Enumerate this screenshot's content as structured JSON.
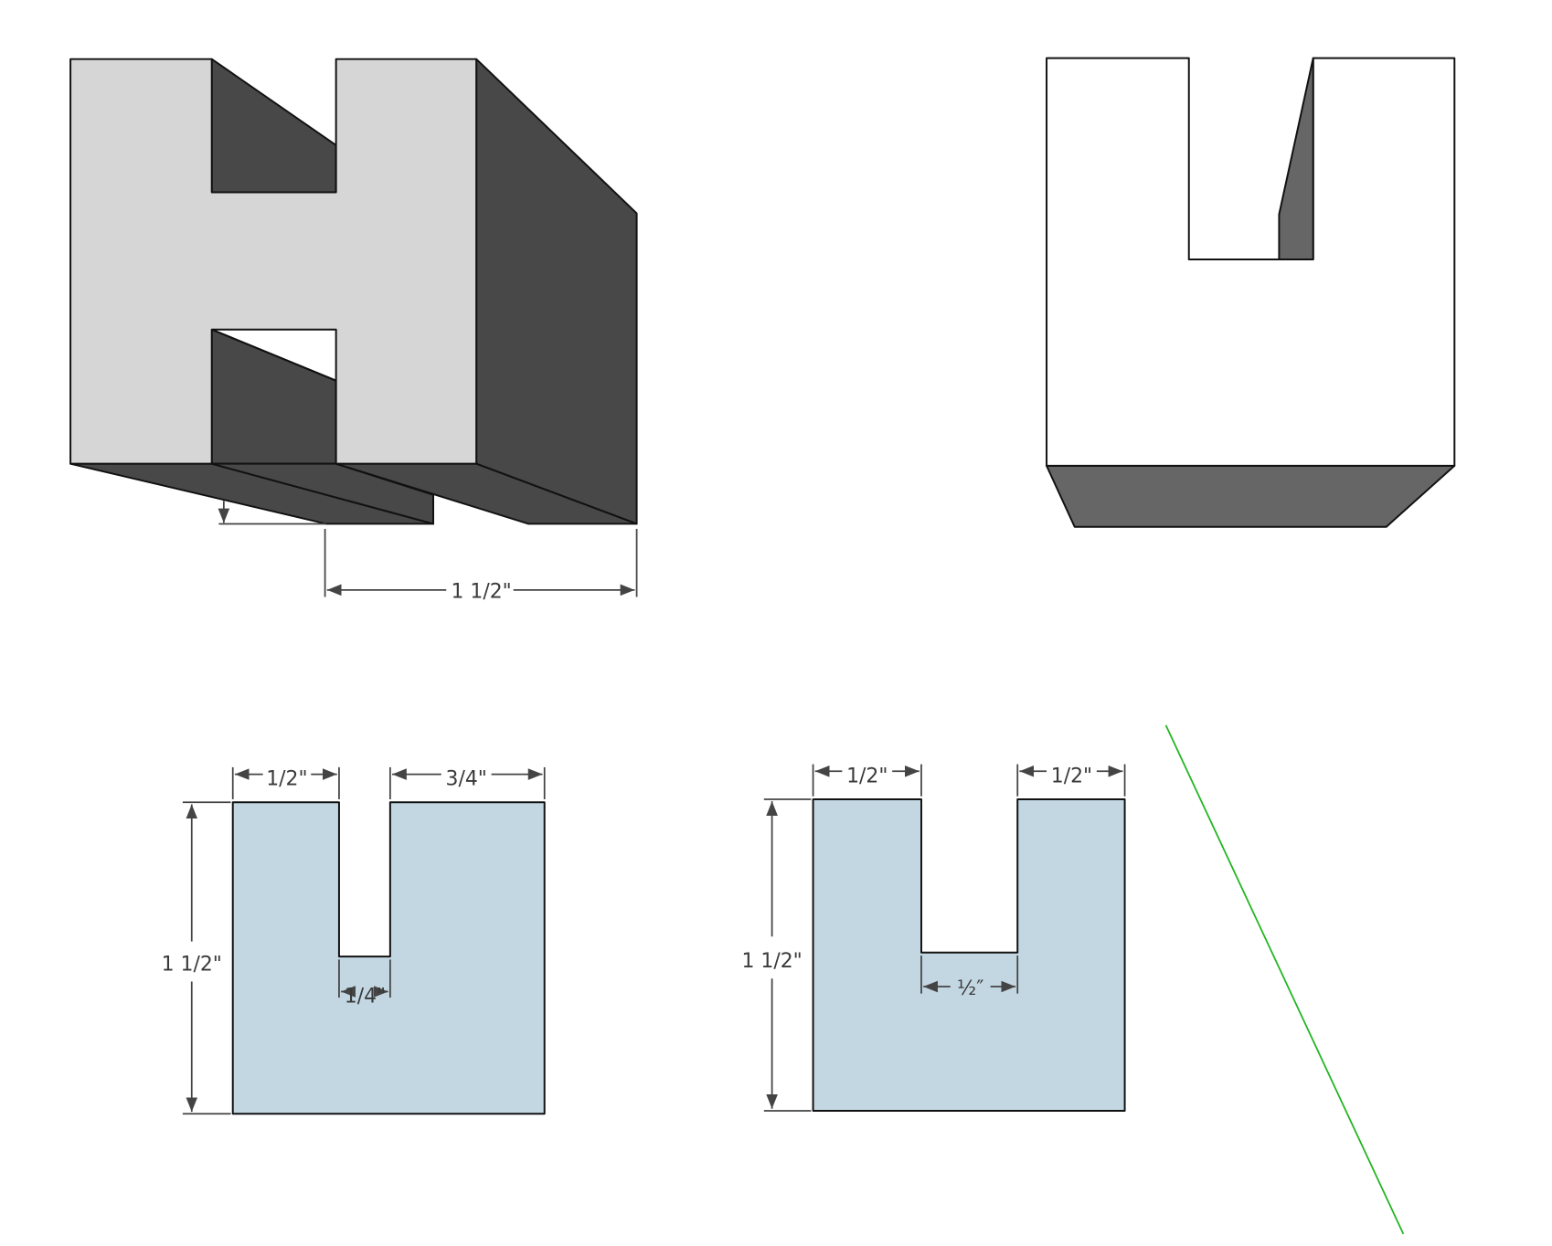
{
  "colors": {
    "light_face": "#d6d6d6",
    "dark_face": "#484848",
    "mid_face": "#666666",
    "profile_fill": "#c3d7e2",
    "guide_line": "#1fb51f"
  },
  "iso_view": {
    "dim_width": "1 1/2\""
  },
  "profile_a": {
    "dim_left": "1/2\"",
    "dim_right": "3/4\"",
    "dim_slot": "1/4\"",
    "dim_height": "1 1/2\""
  },
  "profile_b": {
    "dim_left": "1/2\"",
    "dim_right": "1/2\"",
    "dim_slot": "½″",
    "dim_height": "1 1/2\""
  }
}
